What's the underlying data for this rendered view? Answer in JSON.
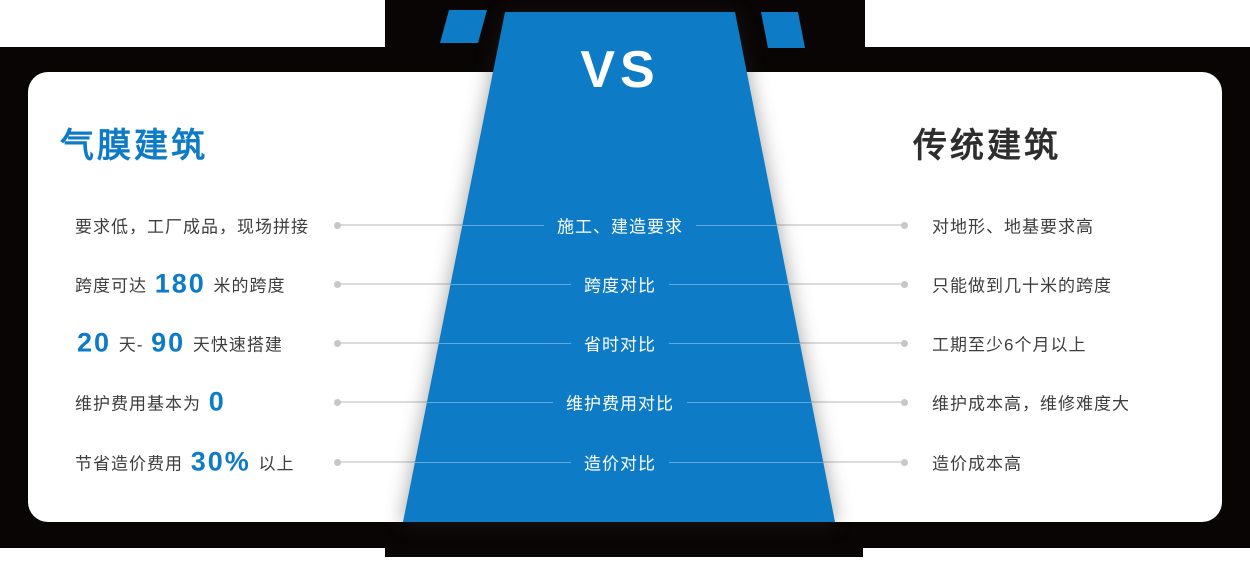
{
  "vs_label": "VS",
  "left_column": {
    "title": "气膜建筑"
  },
  "right_column": {
    "title": "传统建筑"
  },
  "rows": [
    {
      "center": "施工、建造要求",
      "right": "对地形、地基要求高",
      "left": [
        {
          "text": "要求低，工厂成品，现场拼接"
        }
      ]
    },
    {
      "center": "跨度对比",
      "right": "只能做到几十米的跨度",
      "left": [
        {
          "text": "跨度可达 "
        },
        {
          "text": "180"
        },
        {
          "text": " 米的跨度"
        }
      ]
    },
    {
      "center": "省时对比",
      "right": "工期至少6个月以上",
      "left": [
        {
          "text": "20"
        },
        {
          "text": " 天- "
        },
        {
          "text": "90"
        },
        {
          "text": " 天快速搭建"
        }
      ]
    },
    {
      "center": "维护费用对比",
      "right": "维护成本高，维修难度大",
      "left": [
        {
          "text": "维护费用基本为 "
        },
        {
          "text": "0"
        }
      ]
    },
    {
      "center": "造价对比",
      "right": "造价成本高",
      "left": [
        {
          "text": "节省造价费用 "
        },
        {
          "text": "30%"
        },
        {
          "text": " 以上"
        }
      ]
    }
  ],
  "colors": {
    "accent": "#0d7bc5",
    "backdrop": "#0a0505",
    "body_text": "#3e3e3e",
    "connector_line": "#dcdcdc",
    "connector_dot": "#c7c7c7"
  }
}
